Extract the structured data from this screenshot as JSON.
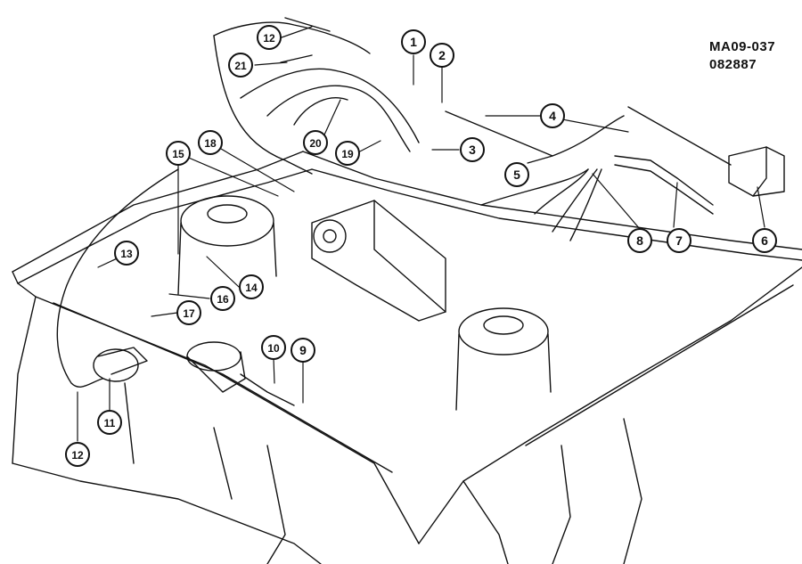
{
  "figure": {
    "code": "MA09-037",
    "date": "082887"
  },
  "callouts": [
    "1",
    "2",
    "3",
    "4",
    "5",
    "6",
    "7",
    "8",
    "9",
    "10",
    "11",
    "12",
    "13",
    "14",
    "15",
    "16",
    "17",
    "18",
    "19",
    "20",
    "21",
    "12"
  ]
}
